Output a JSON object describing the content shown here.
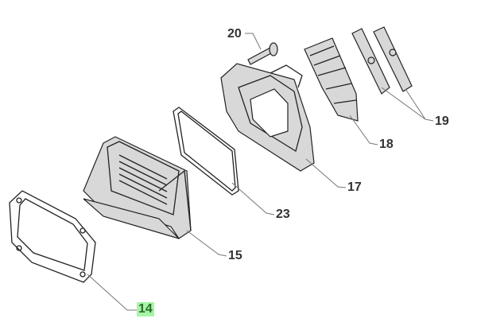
{
  "diagram": {
    "labels": {
      "p20": "20",
      "p18": "18",
      "p19": "19",
      "p17": "17",
      "p23": "23",
      "p15": "15",
      "p14": "14"
    },
    "highlighted_label": "14",
    "highlight_color": "#a6f5a6"
  }
}
